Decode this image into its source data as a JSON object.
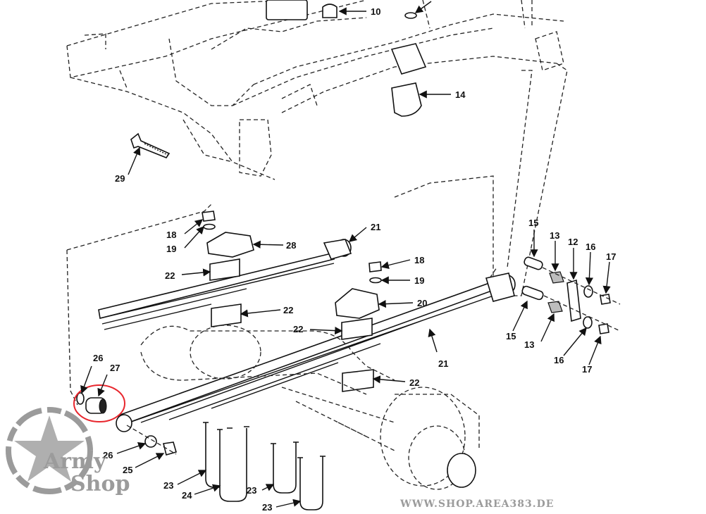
{
  "callouts": {
    "c10": "10",
    "c14": "14",
    "c29": "29",
    "c18a": "18",
    "c19a": "19",
    "c28": "28",
    "c21a": "21",
    "c22a": "22",
    "c22b": "22",
    "c18b": "18",
    "c19b": "19",
    "c20": "20",
    "c22c": "22",
    "c22d": "22",
    "c21b": "21",
    "c15a": "15",
    "c13a": "13",
    "c12": "12",
    "c16a": "16",
    "c17a": "17",
    "c15b": "15",
    "c13b": "13",
    "c16b": "16",
    "c17b": "17",
    "c26a": "26",
    "c27": "27",
    "c26b": "26",
    "c25": "25",
    "c23a": "23",
    "c24": "24",
    "c23b": "23",
    "c23c": "23"
  },
  "watermark": {
    "line1": "Army",
    "line2": "Shop",
    "site": "WWW.SHOP.AREA383.DE"
  },
  "colors": {
    "highlight_ring": "#e8262d",
    "ink": "#111111",
    "watermark": "#8a8a8a"
  },
  "icons": {
    "logo": "star-emblem-icon"
  }
}
